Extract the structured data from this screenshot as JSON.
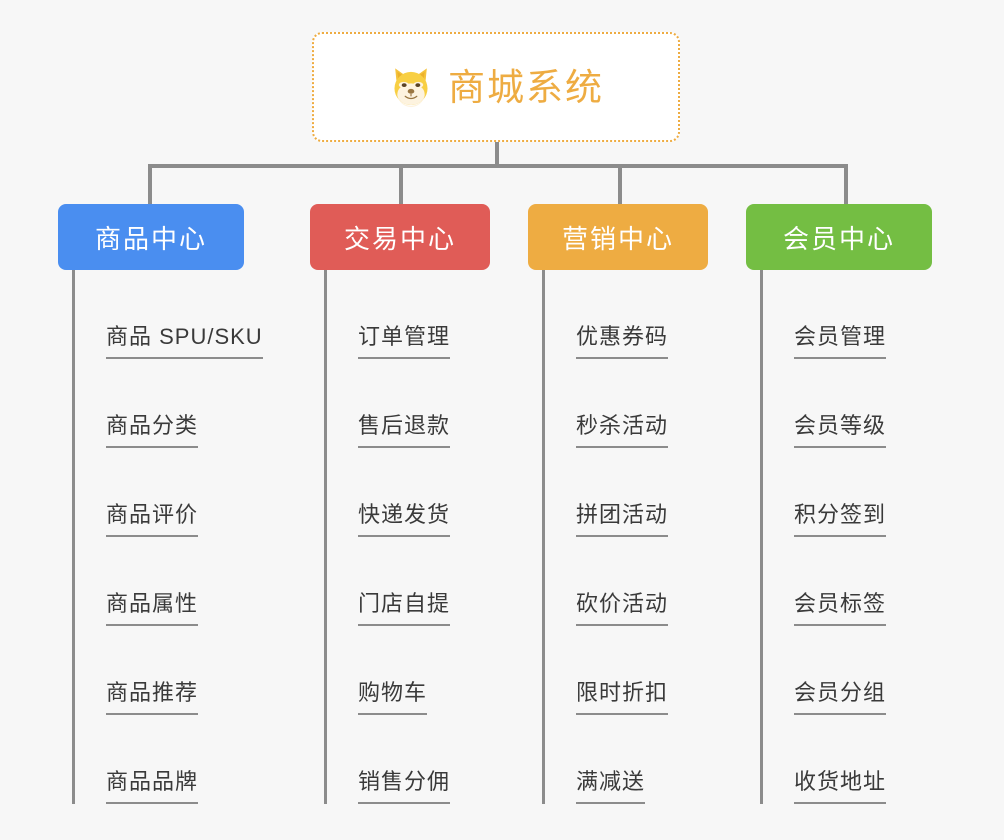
{
  "page": {
    "background_color": "#f7f7f7",
    "line_color": "#8c8c8c",
    "leaf_text_color": "#3a3a3a"
  },
  "root": {
    "title": "商城系统",
    "icon": "shiba-dog-face-icon",
    "accent_color": "#eeac42",
    "border_style": "dotted"
  },
  "columns": [
    {
      "title": "商品中心",
      "color": "#4a8ef0",
      "items": [
        {
          "label": "商品 SPU/SKU"
        },
        {
          "label": "商品分类"
        },
        {
          "label": "商品评价"
        },
        {
          "label": "商品属性"
        },
        {
          "label": "商品推荐"
        },
        {
          "label": "商品品牌"
        }
      ]
    },
    {
      "title": "交易中心",
      "color": "#e05c57",
      "items": [
        {
          "label": "订单管理"
        },
        {
          "label": "售后退款"
        },
        {
          "label": "快递发货"
        },
        {
          "label": "门店自提"
        },
        {
          "label": "购物车"
        },
        {
          "label": "销售分佣"
        }
      ]
    },
    {
      "title": "营销中心",
      "color": "#eeac42",
      "items": [
        {
          "label": "优惠券码"
        },
        {
          "label": "秒杀活动"
        },
        {
          "label": "拼团活动"
        },
        {
          "label": "砍价活动"
        },
        {
          "label": "限时折扣"
        },
        {
          "label": "满减送"
        }
      ]
    },
    {
      "title": "会员中心",
      "color": "#74be43",
      "items": [
        {
          "label": "会员管理"
        },
        {
          "label": "会员等级"
        },
        {
          "label": "积分签到"
        },
        {
          "label": "会员标签"
        },
        {
          "label": "会员分组"
        },
        {
          "label": "收货地址"
        }
      ]
    }
  ]
}
